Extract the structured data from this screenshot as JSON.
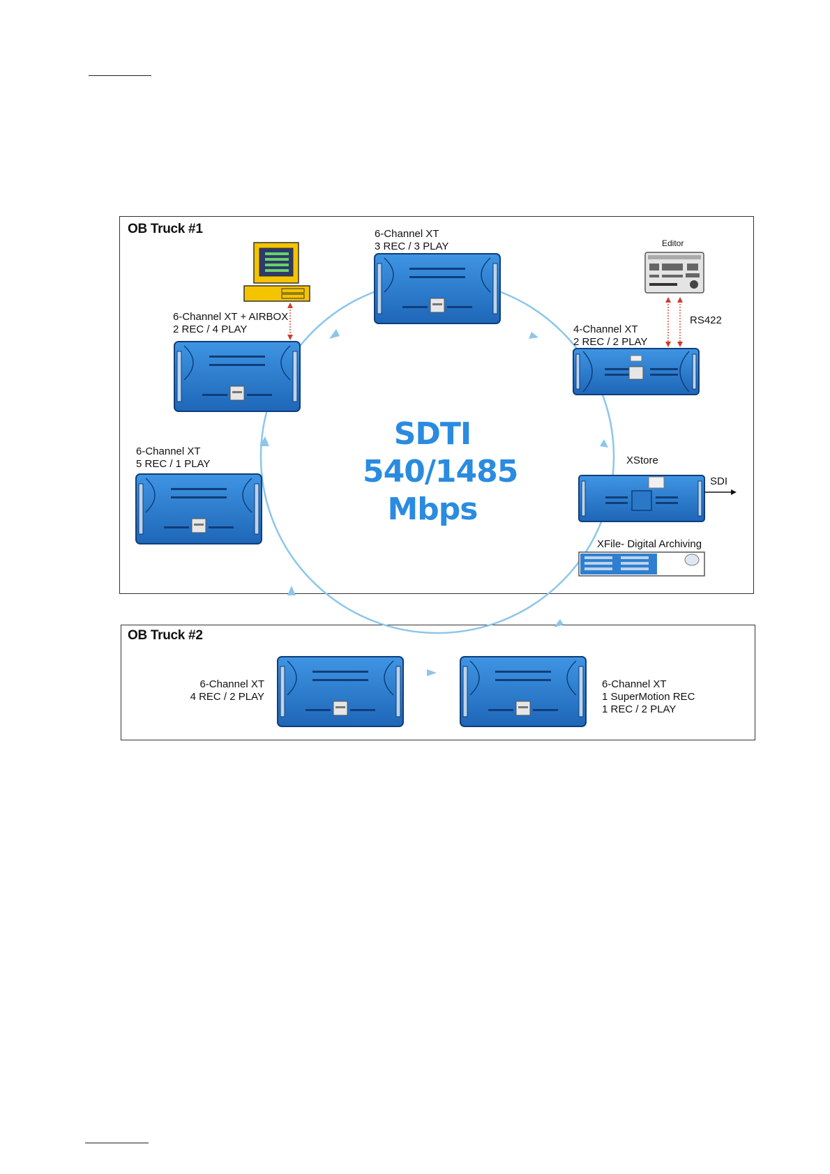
{
  "diagram": {
    "truck1": {
      "title": "OB Truck #1"
    },
    "truck2": {
      "title": "OB Truck #2"
    },
    "network": {
      "line1": "SDTI",
      "line2": "540/1485",
      "line3": "Mbps"
    },
    "servers": {
      "top": {
        "line1": "6-Channel  XT",
        "line2": "3 REC / 3 PLAY"
      },
      "airbox": {
        "line1": "6-Channel  XT + AIRBOX",
        "line2": "2 REC / 4 PLAY"
      },
      "four_channel": {
        "line1": "4-Channel XT",
        "line2": "2 REC / 2 PLAY"
      },
      "left": {
        "line1": "6-Channel  XT",
        "line2": "5 REC / 1 PLAY"
      },
      "xstore": {
        "line1": "XStore"
      },
      "xfile": {
        "line1": "XFile- Digital Archiving"
      },
      "truck2_left": {
        "line1": "6-Channel XT",
        "line2": "4 REC / 2 PLAY"
      },
      "truck2_right": {
        "line1": "6-Channel  XT",
        "line2": "1 SuperMotion REC",
        "line3": "1 REC / 2 PLAY"
      }
    },
    "editor": {
      "label": "Editor",
      "link": "RS422"
    },
    "sdi_output": "SDI",
    "colors": {
      "ring": "#8cc6ea",
      "server_body": "#2f7fd0",
      "server_dark": "#0f3e7a",
      "arrow": "#d43a2a",
      "computer": "#f5c400",
      "title_text": "#2a8be0"
    },
    "icons": [
      "computer-icon",
      "editor-controller-icon",
      "server-rack-icon",
      "xfile-archive-icon"
    ]
  }
}
